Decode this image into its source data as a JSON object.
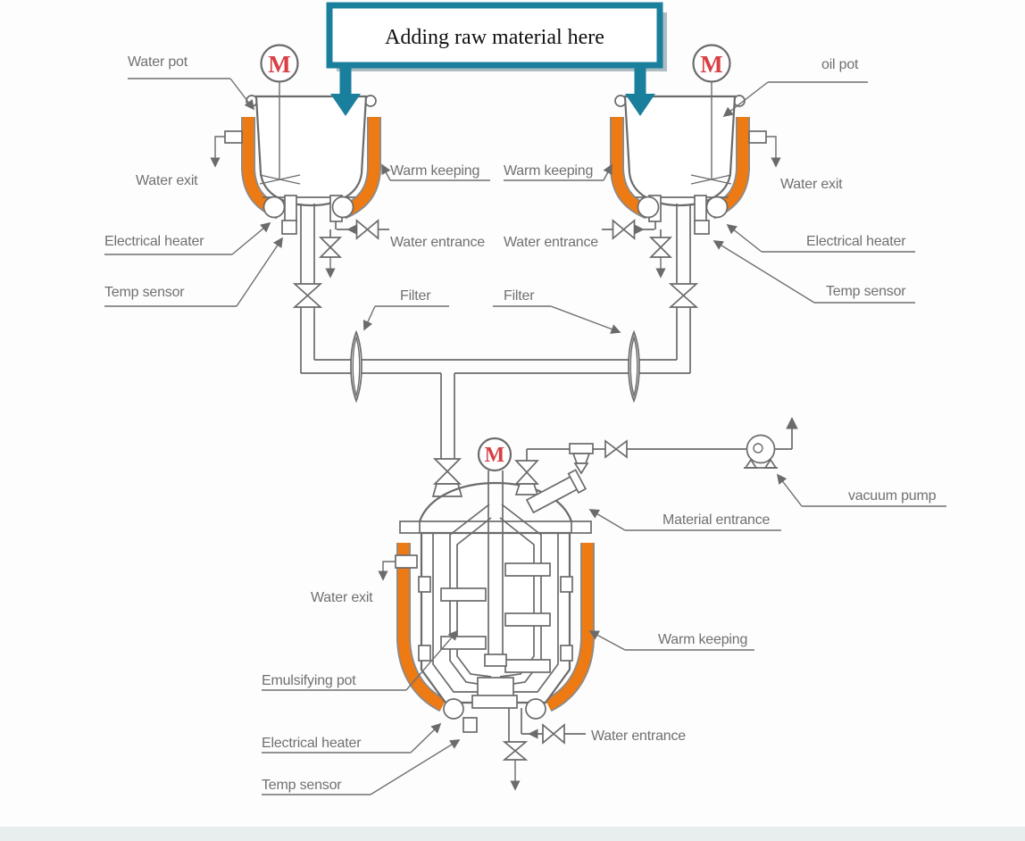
{
  "banner": {
    "label": "Adding raw material here"
  },
  "motor_symbol": "M",
  "left_pot": {
    "title": "Water pot",
    "water_exit": "Water exit",
    "electrical_heater": "Electrical heater",
    "temp_sensor": "Temp sensor",
    "warm_keeping": "Warm keeping",
    "water_entrance": "Water entrance"
  },
  "right_pot": {
    "title": "oil pot",
    "water_exit": "Water exit",
    "electrical_heater": "Electrical heater",
    "temp_sensor": "Temp sensor",
    "warm_keeping": "Warm keeping",
    "water_entrance": "Water entrance"
  },
  "filters": {
    "left": "Filter",
    "right": "Filter"
  },
  "emulsifying_pot": {
    "title": "Emulsifying pot",
    "material_entrance": "Material entrance",
    "vacuum_pump": "vacuum pump",
    "water_exit": "Water exit",
    "warm_keeping": "Warm keeping",
    "electrical_heater": "Electrical heater",
    "temp_sensor": "Temp sensor",
    "water_entrance": "Water entrance"
  },
  "colors": {
    "jacket_orange": "#ed7a13",
    "banner_teal": "#1a7f9c",
    "motor_red": "#d94045",
    "line_gray": "#6b6b6b",
    "label_gray": "#707070"
  }
}
